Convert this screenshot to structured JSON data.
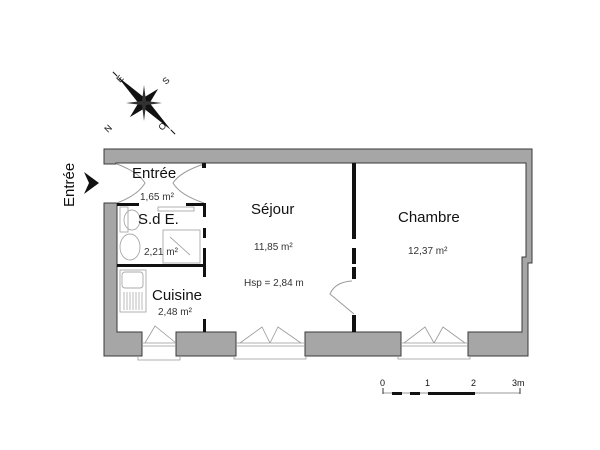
{
  "compass": {
    "labels": {
      "north": "N",
      "east": "E",
      "south": "S",
      "west": "O"
    }
  },
  "entrance": {
    "label": "Entrée"
  },
  "rooms": [
    {
      "id": "entree",
      "name": "Entrée",
      "area": "1,65 m²"
    },
    {
      "id": "sde",
      "name": "S.d E.",
      "area": "2,21 m²"
    },
    {
      "id": "cuisine",
      "name": "Cuisine",
      "area": "2,48 m²"
    },
    {
      "id": "sejour",
      "name": "Séjour",
      "area": "11,85 m²",
      "note": "Hsp = 2,84 m"
    },
    {
      "id": "chambre",
      "name": "Chambre",
      "area": "12,37 m²"
    }
  ],
  "scale_bar": {
    "ticks": [
      "0",
      "1",
      "2",
      "3m"
    ]
  }
}
